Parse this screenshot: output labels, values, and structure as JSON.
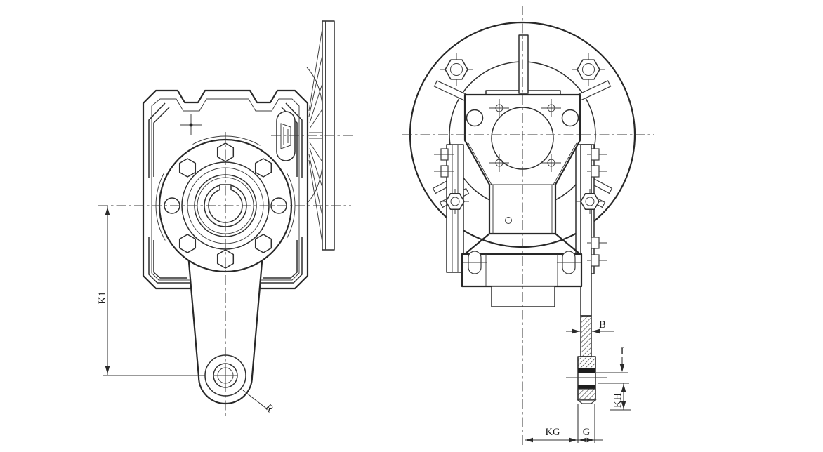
{
  "drawing": {
    "labels": {
      "k1": "K1",
      "r": "R",
      "b": "B",
      "i": "I",
      "kh": "KH",
      "kg": "KG",
      "g": "G"
    },
    "colors": {
      "line": "#2f2f2f",
      "background": "#ffffff"
    }
  }
}
